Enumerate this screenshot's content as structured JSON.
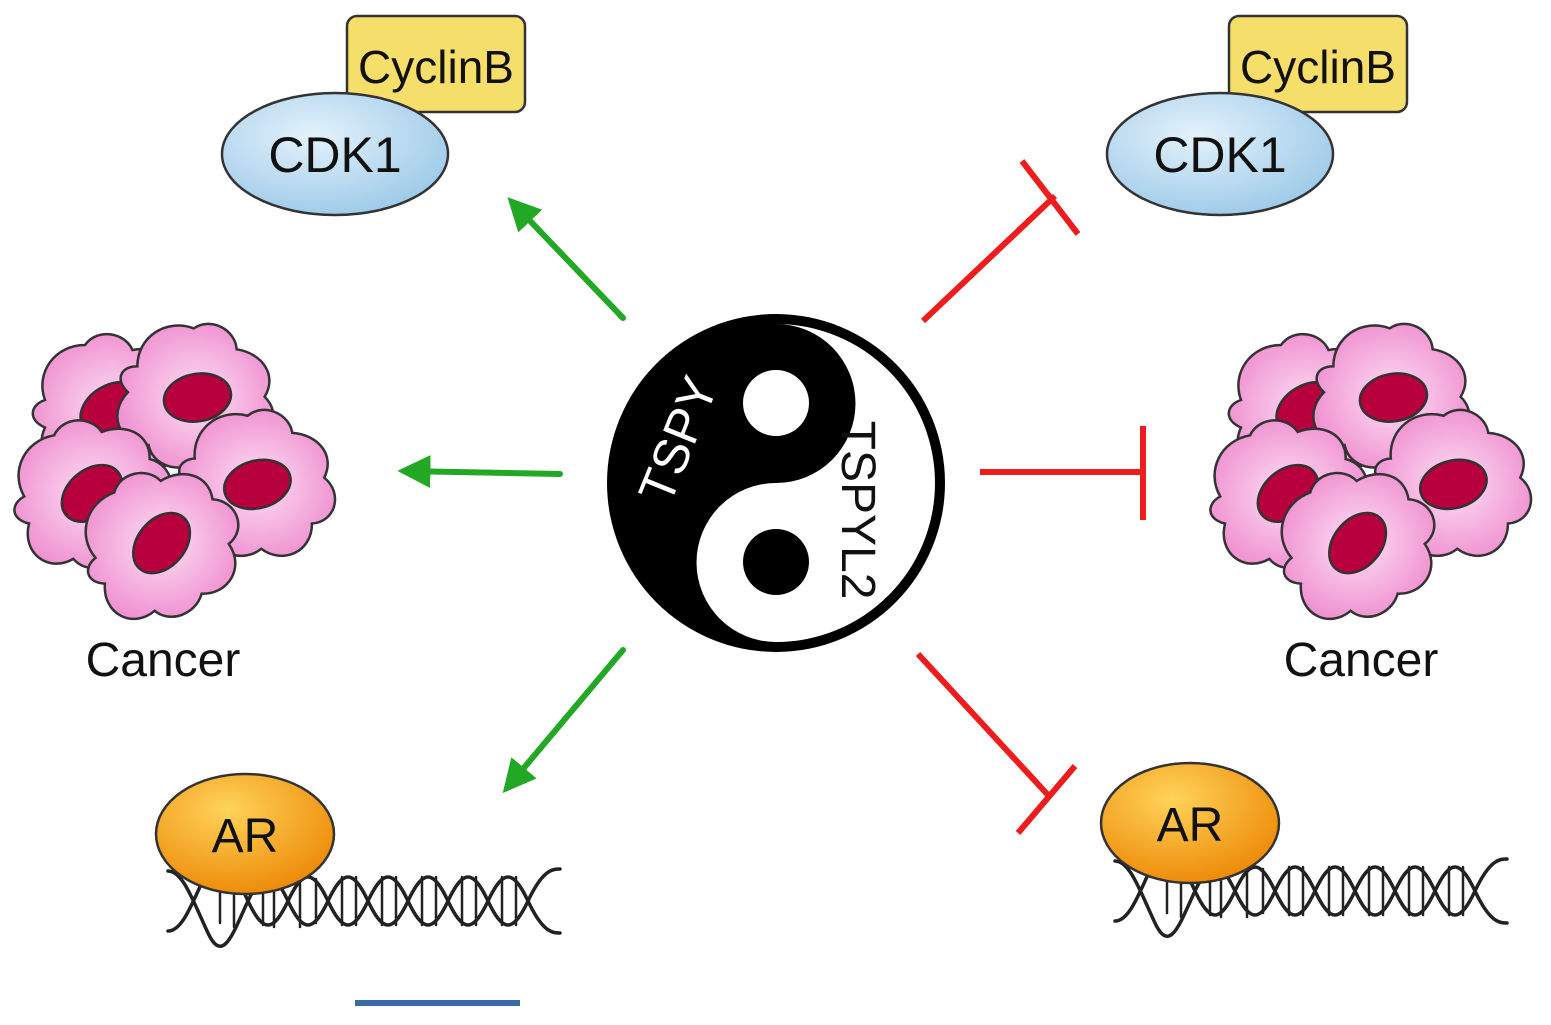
{
  "center": {
    "top_label": "TSPY",
    "bottom_label": "TSPYL2"
  },
  "left_side": {
    "cyclin_label": "CyclinB",
    "cdk_label": "CDK1",
    "cancer_label": "Cancer",
    "ar_label": "AR"
  },
  "right_side": {
    "cyclin_label": "CyclinB",
    "cdk_label": "CDK1",
    "cancer_label": "Cancer",
    "ar_label": "AR"
  },
  "colors": {
    "activation": "#22a824",
    "inhibition": "#ee1c1c",
    "cdk_fill": "#bcdcf0",
    "cyclin_fill": "#f6de6a",
    "cell_fill": "#f49ad8",
    "nucleus_fill": "#b8003f",
    "ar_fill": "#f6a01c",
    "dna_stroke": "#222222"
  },
  "icons": {
    "center_symbol": "yin-yang-icon",
    "cells": "cancer-cells-icon",
    "dna": "dna-helix-icon"
  }
}
